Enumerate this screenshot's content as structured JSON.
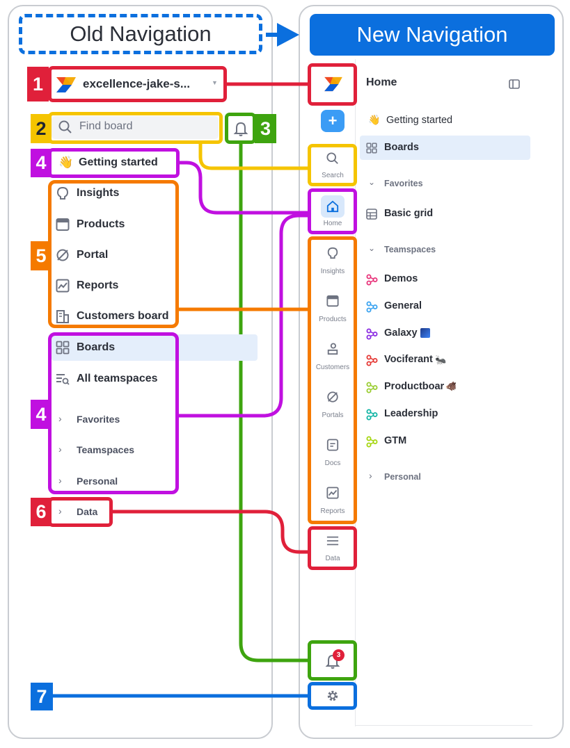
{
  "titles": {
    "old": "Old Navigation",
    "new": "New Navigation"
  },
  "colors": {
    "red": "#e0203a",
    "yellow": "#f5c400",
    "green": "#3ea40f",
    "purple": "#c010e0",
    "orange": "#f57a00",
    "blue": "#0b6fde"
  },
  "markers": {
    "m1": "1",
    "m2": "2",
    "m3": "3",
    "m4a": "4",
    "m4b": "4",
    "m5": "5",
    "m6": "6",
    "m7": "7"
  },
  "old": {
    "workspace": "excellence-jake-s...",
    "search_placeholder": "Find board",
    "getting_started": "Getting started",
    "group5": [
      "Insights",
      "Products",
      "Portal",
      "Reports",
      "Customers board"
    ],
    "boards": "Boards",
    "all_teamspaces": "All teamspaces",
    "favorites": "Favorites",
    "teamspaces": "Teamspaces",
    "personal": "Personal",
    "data": "Data"
  },
  "new": {
    "rail": {
      "search": "Search",
      "home": "Home",
      "insights": "Insights",
      "products": "Products",
      "customers": "Customers",
      "portals": "Portals",
      "docs": "Docs",
      "reports": "Reports",
      "data": "Data",
      "notification_count": "3"
    },
    "panel": {
      "title": "Home",
      "getting_started": "Getting started",
      "boards": "Boards",
      "favorites": "Favorites",
      "basic_grid": "Basic grid",
      "teamspaces": "Teamspaces",
      "teamspace_items": [
        {
          "name": "Demos",
          "color": "#e8337a"
        },
        {
          "name": "General",
          "color": "#3aa3f0"
        },
        {
          "name": "Galaxy",
          "color": "#8a2be2"
        },
        {
          "name": "Vociferant",
          "color": "#e53935"
        },
        {
          "name": "Productboar",
          "color": "#9acd32"
        },
        {
          "name": "Leadership",
          "color": "#12b5a5"
        },
        {
          "name": "GTM",
          "color": "#a5d610"
        }
      ],
      "personal": "Personal"
    }
  }
}
